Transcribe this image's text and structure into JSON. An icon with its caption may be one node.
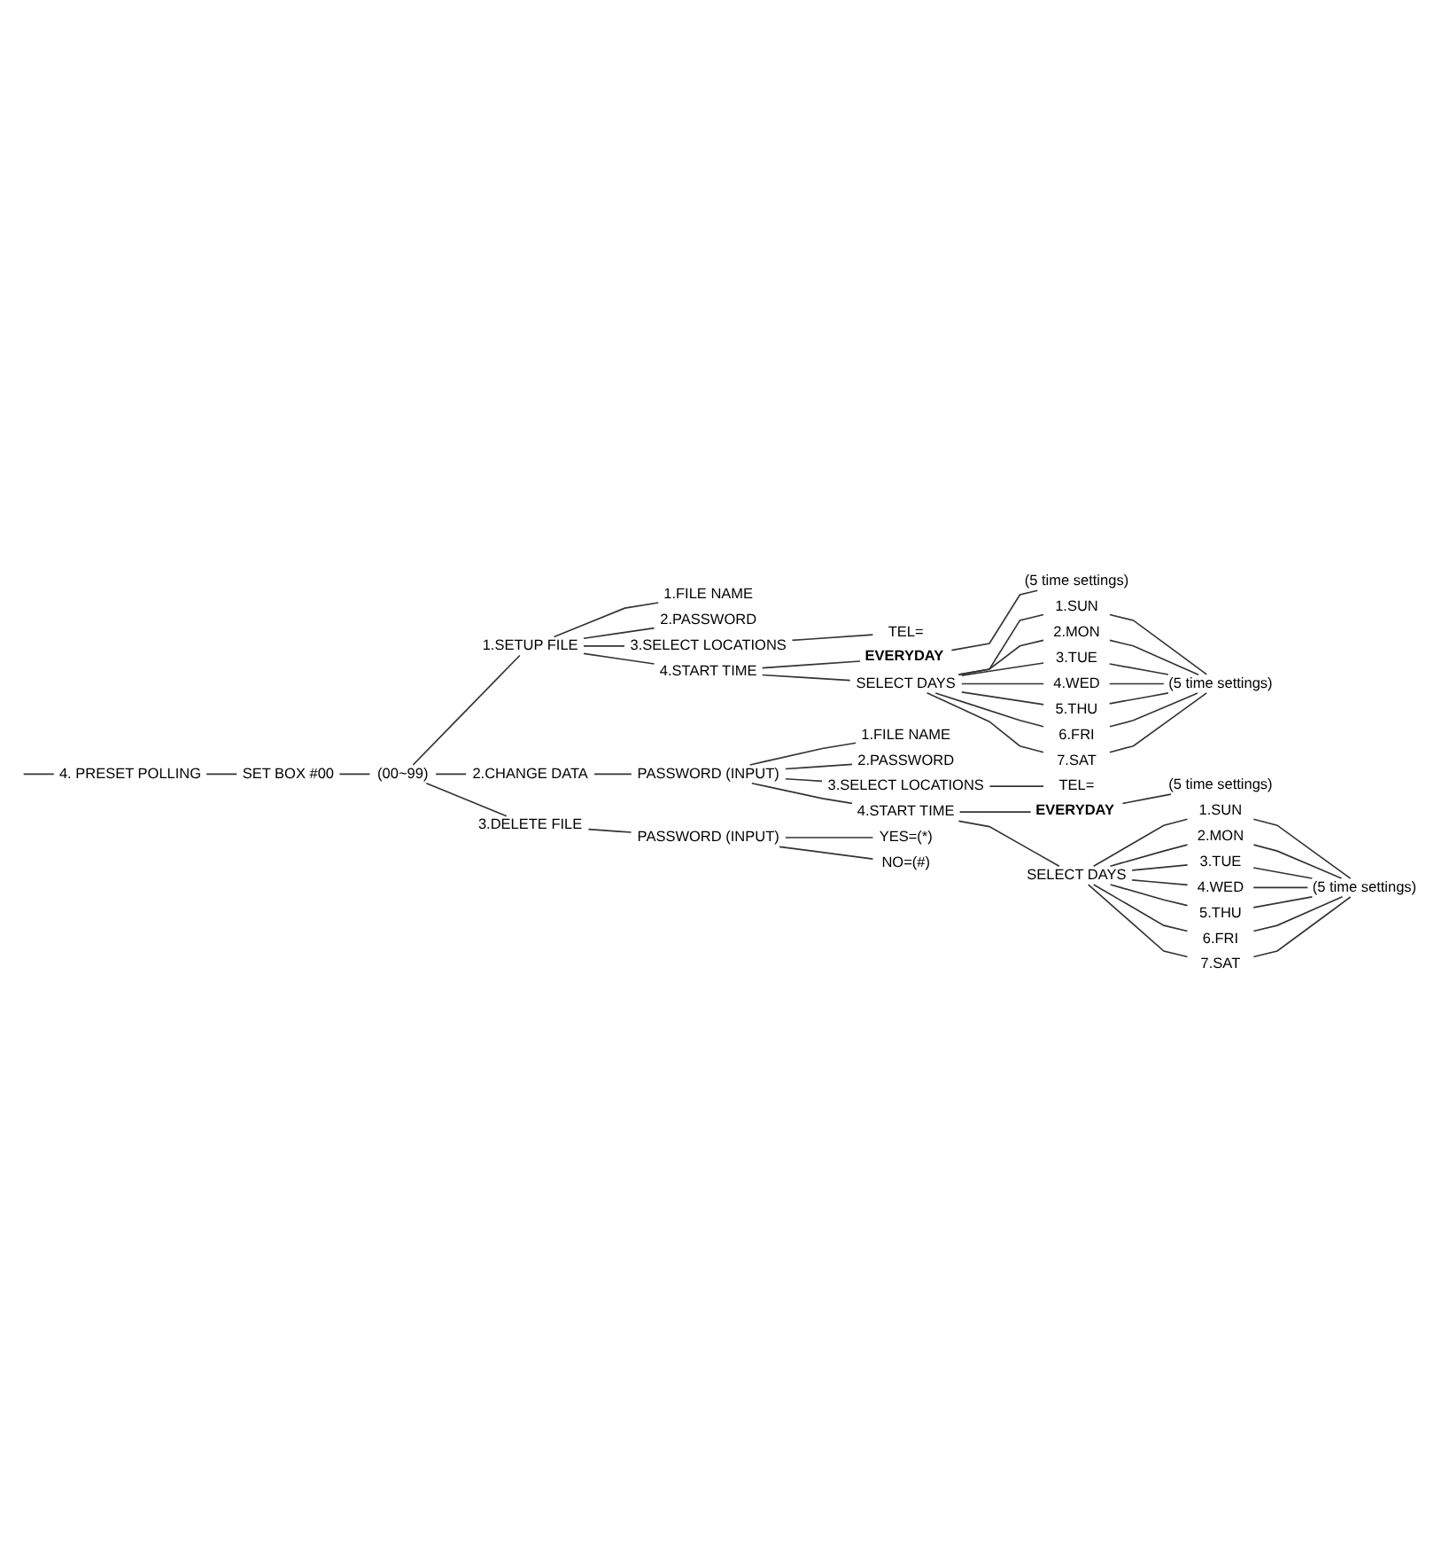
{
  "diagram": {
    "nodes": [
      {
        "text": [
          "4. PRESET POLLING"
        ]
      },
      {
        "text": [
          "SET BOX #00"
        ]
      },
      {
        "text": [
          "(00~99)"
        ]
      },
      {
        "text": [
          "1.SETUP FILE"
        ]
      },
      {
        "text": [
          "1.FILE NAME"
        ]
      },
      {
        "text": [
          "2.PASSWORD"
        ]
      },
      {
        "text": [
          "3.SELECT LOCATIONS"
        ]
      },
      {
        "text": [
          "TEL="
        ]
      },
      {
        "text": [
          "4.START TIME"
        ]
      },
      {
        "text": [
          "EVERYDAY"
        ]
      },
      {
        "text": [
          "(5 time settings)"
        ]
      },
      {
        "text": [
          "SELECT DAYS"
        ]
      },
      {
        "text": [
          "1.SUN"
        ]
      },
      {
        "text": [
          "(5 time settings)"
        ]
      },
      {
        "text": [
          "2.MON"
        ]
      },
      {
        "text": [
          "3.TUE"
        ]
      },
      {
        "text": [
          "4.WED"
        ]
      },
      {
        "text": [
          "5.THU"
        ]
      },
      {
        "text": [
          "6.FRI"
        ]
      },
      {
        "text": [
          "7.SAT"
        ]
      },
      {
        "text": [
          "2.CHANGE DATA"
        ]
      },
      {
        "text": [
          "PASSWORD (INPUT)"
        ]
      },
      {
        "text": [
          "1.FILE NAME"
        ]
      },
      {
        "text": [
          "2.PASSWORD"
        ]
      },
      {
        "text": [
          "3.SELECT LOCATIONS"
        ]
      },
      {
        "text": [
          "TEL="
        ]
      },
      {
        "text": [
          "4.START TIME"
        ]
      },
      {
        "text": [
          "EVERYDAY"
        ]
      },
      {
        "text": [
          "(5 time settings)"
        ]
      },
      {
        "text": [
          "SELECT DAYS"
        ]
      },
      {
        "text": [
          "1.SUN"
        ]
      },
      {
        "text": [
          "(5 time settings)"
        ]
      },
      {
        "text": [
          "2.MON"
        ]
      },
      {
        "text": [
          "3.TUE"
        ]
      },
      {
        "text": [
          "4.WED"
        ]
      },
      {
        "text": [
          "5.THU"
        ]
      },
      {
        "text": [
          "6.FRI"
        ]
      },
      {
        "text": [
          "7.SAT"
        ]
      },
      {
        "text": [
          "3.DELETE FILE"
        ]
      },
      {
        "text": [
          "PASSWORD (INPUT)"
        ]
      },
      {
        "text": [
          "YES=(*)"
        ]
      },
      {
        "text": [
          "NO=(#)"
        ]
      }
    ],
    "edges": [
      {
        "from": null,
        "to": 0,
        "arrow": "none"
      },
      {
        "from": 0,
        "to": 1,
        "arrow": "none"
      },
      {
        "from": 1,
        "to": 2,
        "arrow": "none"
      },
      {
        "from": 2,
        "to": 3,
        "arrow": "none"
      },
      {
        "from": 2,
        "to": 20,
        "arrow": "none"
      },
      {
        "from": 2,
        "to": 38,
        "arrow": "none"
      },
      {
        "from": 3,
        "to": 4,
        "arrow": "none"
      },
      {
        "from": 3,
        "to": 5,
        "arrow": "none"
      },
      {
        "from": 3,
        "to": 6,
        "arrow": "none"
      },
      {
        "from": 3,
        "to": 8,
        "arrow": "none"
      },
      {
        "from": 6,
        "to": 7,
        "arrow": "none"
      },
      {
        "from": 8,
        "to": 9,
        "arrow": "none"
      },
      {
        "from": 8,
        "to": 11,
        "arrow": "none"
      },
      {
        "from": 9,
        "to": 10,
        "arrow": "none"
      },
      {
        "from": 11,
        "to": 12,
        "arrow": "none"
      },
      {
        "from": 11,
        "to": 14,
        "arrow": "none"
      },
      {
        "from": 11,
        "to": 15,
        "arrow": "none"
      },
      {
        "from": 11,
        "to": 16,
        "arrow": "none"
      },
      {
        "from": 11,
        "to": 17,
        "arrow": "none"
      },
      {
        "from": 11,
        "to": 18,
        "arrow": "none"
      },
      {
        "from": 11,
        "to": 19,
        "arrow": "none"
      },
      {
        "from": 12,
        "to": 13,
        "arrow": "none"
      },
      {
        "from": 14,
        "to": 13,
        "arrow": "none"
      },
      {
        "from": 15,
        "to": 13,
        "arrow": "none"
      },
      {
        "from": 16,
        "to": 13,
        "arrow": "none"
      },
      {
        "from": 17,
        "to": 13,
        "arrow": "none"
      },
      {
        "from": 18,
        "to": 13,
        "arrow": "none"
      },
      {
        "from": 19,
        "to": 13,
        "arrow": "none"
      },
      {
        "from": 20,
        "to": 21,
        "arrow": "none"
      },
      {
        "from": 21,
        "to": 22,
        "arrow": "none"
      },
      {
        "from": 21,
        "to": 23,
        "arrow": "none"
      },
      {
        "from": 21,
        "to": 24,
        "arrow": "none"
      },
      {
        "from": 21,
        "to": 26,
        "arrow": "none"
      },
      {
        "from": 24,
        "to": 25,
        "arrow": "none"
      },
      {
        "from": 26,
        "to": 27,
        "arrow": "none"
      },
      {
        "from": 26,
        "to": 29,
        "arrow": "none"
      },
      {
        "from": 27,
        "to": 28,
        "arrow": "none"
      },
      {
        "from": 29,
        "to": 30,
        "arrow": "none"
      },
      {
        "from": 29,
        "to": 32,
        "arrow": "none"
      },
      {
        "from": 29,
        "to": 33,
        "arrow": "none"
      },
      {
        "from": 29,
        "to": 34,
        "arrow": "none"
      },
      {
        "from": 29,
        "to": 35,
        "arrow": "none"
      },
      {
        "from": 29,
        "to": 36,
        "arrow": "none"
      },
      {
        "from": 29,
        "to": 37,
        "arrow": "none"
      },
      {
        "from": 30,
        "to": 31,
        "arrow": "none"
      },
      {
        "from": 32,
        "to": 31,
        "arrow": "none"
      },
      {
        "from": 33,
        "to": 31,
        "arrow": "none"
      },
      {
        "from": 34,
        "to": 31,
        "arrow": "none"
      },
      {
        "from": 35,
        "to": 31,
        "arrow": "none"
      },
      {
        "from": 36,
        "to": 31,
        "arrow": "none"
      },
      {
        "from": 37,
        "to": 31,
        "arrow": "none"
      },
      {
        "from": 38,
        "to": 39,
        "arrow": "none"
      },
      {
        "from": 39,
        "to": 40,
        "arrow": "none"
      },
      {
        "from": 39,
        "to": 41,
        "arrow": "none"
      }
    ]
  }
}
